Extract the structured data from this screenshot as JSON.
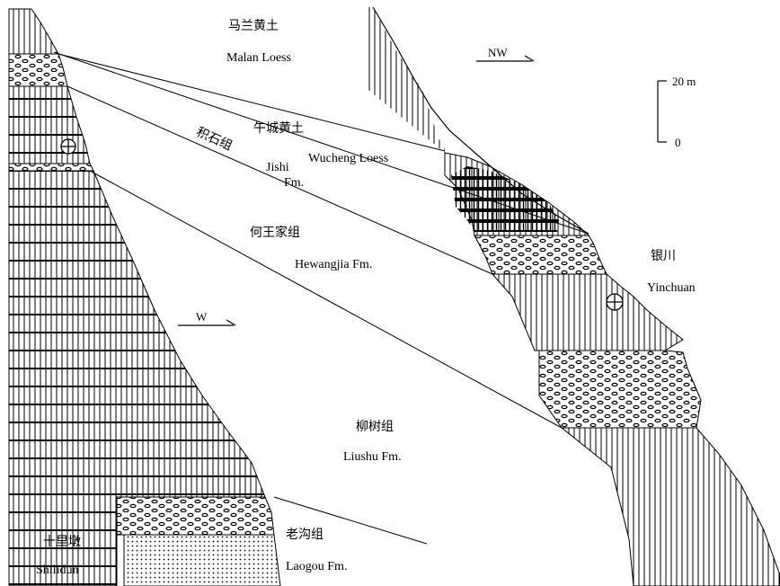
{
  "formations": {
    "malan": {
      "zh": "马兰黄土",
      "en": "Malan Loess"
    },
    "wucheng": {
      "zh": "午城黄土",
      "en": "Wucheng Loess"
    },
    "jishi": {
      "zh": "积石组",
      "en1": "Jishi",
      "en2": "Fm."
    },
    "hewangjia": {
      "zh": "何王家组",
      "en": "Hewangjia Fm."
    },
    "liushu": {
      "zh": "柳树组",
      "en": "Liushu Fm."
    },
    "laogou": {
      "zh": "老沟组",
      "en": "Laogou Fm."
    }
  },
  "sites": {
    "yinchuan": {
      "zh": "银川",
      "en": "Yinchuan"
    },
    "shilidun": {
      "zh": "十里墩",
      "en": "Shilidun"
    }
  },
  "directions": {
    "nw": "NW",
    "w": "W"
  },
  "scale": {
    "top": "20 m",
    "bottom": "0"
  },
  "colors": {
    "ink": "#000000",
    "paper": "#ffffff"
  }
}
